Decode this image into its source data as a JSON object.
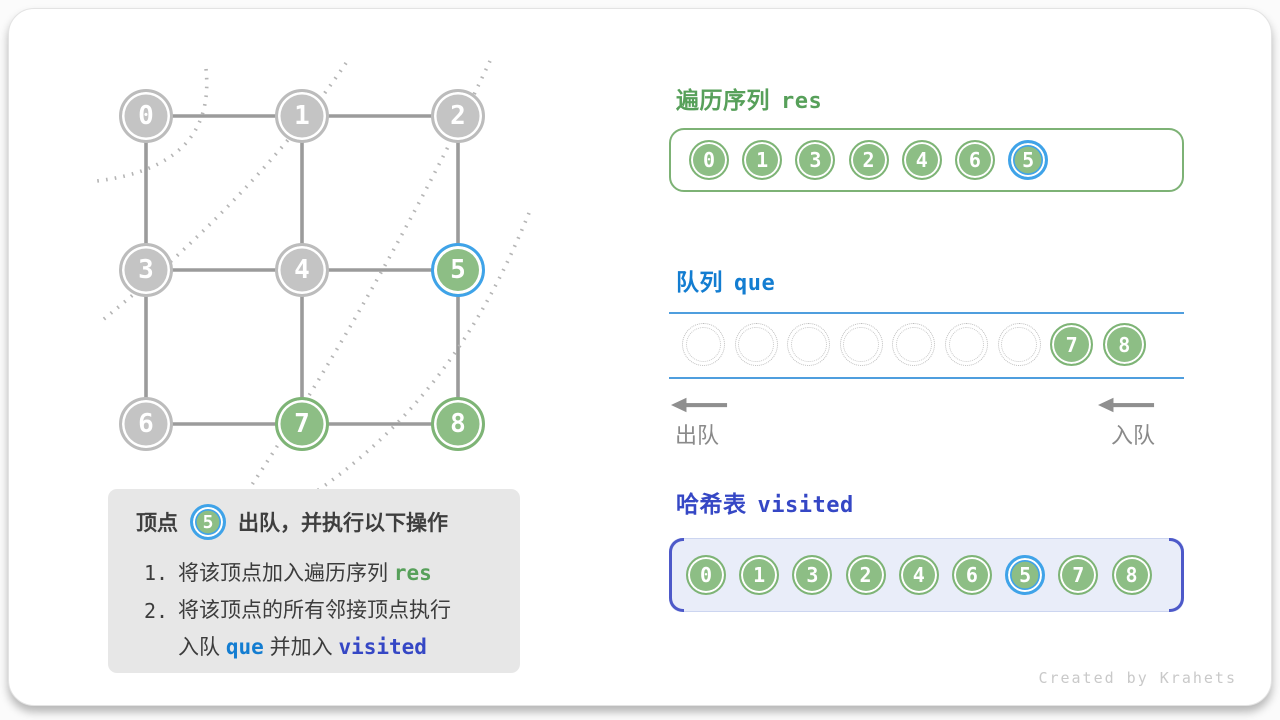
{
  "colors": {
    "node_green": "#8dbe85",
    "node_green_border": "#7eb476",
    "node_gray": "#c4c4c4",
    "node_gray_border": "#bcbcbc",
    "highlight_blue_ring": "#3fa3e9",
    "header_green": "#57a05a",
    "header_blue": "#137dd1",
    "header_indigo": "#3547c5",
    "edge_gray": "#9b9b9b",
    "queue_line_blue": "#4f9ede",
    "visited_bracket_indigo": "#4d59c9",
    "visited_fill": "#e9edf9",
    "explanation_bg": "#e7e7e7"
  },
  "graph": {
    "nodes": [
      {
        "label": "0",
        "row": 0,
        "col": 0,
        "state": "gray"
      },
      {
        "label": "1",
        "row": 0,
        "col": 1,
        "state": "gray"
      },
      {
        "label": "2",
        "row": 0,
        "col": 2,
        "state": "gray"
      },
      {
        "label": "3",
        "row": 1,
        "col": 0,
        "state": "gray"
      },
      {
        "label": "4",
        "row": 1,
        "col": 1,
        "state": "gray"
      },
      {
        "label": "5",
        "row": 1,
        "col": 2,
        "state": "current"
      },
      {
        "label": "6",
        "row": 2,
        "col": 0,
        "state": "gray"
      },
      {
        "label": "7",
        "row": 2,
        "col": 1,
        "state": "green"
      },
      {
        "label": "8",
        "row": 2,
        "col": 2,
        "state": "green"
      }
    ],
    "edges": [
      [
        0,
        1
      ],
      [
        1,
        2
      ],
      [
        3,
        4
      ],
      [
        4,
        5
      ],
      [
        6,
        7
      ],
      [
        7,
        8
      ],
      [
        0,
        3
      ],
      [
        3,
        6
      ],
      [
        1,
        4
      ],
      [
        4,
        7
      ],
      [
        2,
        5
      ],
      [
        5,
        8
      ]
    ]
  },
  "res_panel": {
    "title_zh": "遍历序列",
    "title_code": "res",
    "items": [
      {
        "label": "0",
        "state": "green"
      },
      {
        "label": "1",
        "state": "green"
      },
      {
        "label": "3",
        "state": "green"
      },
      {
        "label": "2",
        "state": "green"
      },
      {
        "label": "4",
        "state": "green"
      },
      {
        "label": "6",
        "state": "green"
      },
      {
        "label": "5",
        "state": "current"
      }
    ]
  },
  "queue_panel": {
    "title_zh": "队列",
    "title_code": "que",
    "slots": [
      {
        "label": "",
        "state": "empty"
      },
      {
        "label": "",
        "state": "empty"
      },
      {
        "label": "",
        "state": "empty"
      },
      {
        "label": "",
        "state": "empty"
      },
      {
        "label": "",
        "state": "empty"
      },
      {
        "label": "",
        "state": "empty"
      },
      {
        "label": "",
        "state": "empty"
      },
      {
        "label": "7",
        "state": "green"
      },
      {
        "label": "8",
        "state": "green"
      }
    ],
    "dequeue_label": "出队",
    "enqueue_label": "入队"
  },
  "visited_panel": {
    "title_zh": "哈希表",
    "title_code": "visited",
    "items": [
      {
        "label": "0",
        "state": "green"
      },
      {
        "label": "1",
        "state": "green"
      },
      {
        "label": "3",
        "state": "green"
      },
      {
        "label": "2",
        "state": "green"
      },
      {
        "label": "4",
        "state": "green"
      },
      {
        "label": "6",
        "state": "green"
      },
      {
        "label": "5",
        "state": "current"
      },
      {
        "label": "7",
        "state": "green"
      },
      {
        "label": "8",
        "state": "green"
      }
    ]
  },
  "explanation": {
    "title_prefix": "顶点",
    "badge": "5",
    "title_suffix": "出队，并执行以下操作",
    "steps": [
      {
        "marker": "1.",
        "segments": [
          {
            "text": "将该顶点加入遍历序列 "
          },
          {
            "text": "res",
            "style": "code-green"
          }
        ]
      },
      {
        "marker": "2.",
        "segments": [
          {
            "text": "将该顶点的所有邻接顶点执行"
          }
        ]
      },
      {
        "marker": "",
        "segments": [
          {
            "text": "入队 "
          },
          {
            "text": "que",
            "style": "code-blue"
          },
          {
            "text": " 并加入 "
          },
          {
            "text": "visited",
            "style": "code-indigo"
          }
        ]
      }
    ]
  },
  "watermark": "Created by Krahets"
}
